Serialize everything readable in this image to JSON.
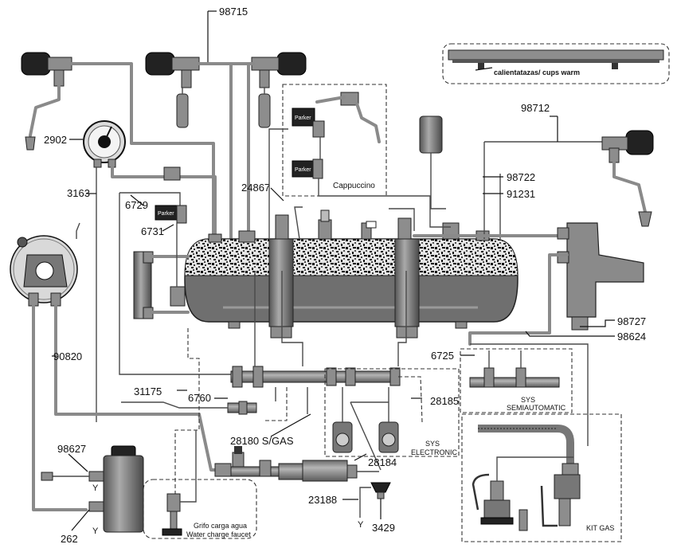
{
  "labels": {
    "l98715": "98715",
    "l2902": "2902",
    "l3163": "3163",
    "l6729": "6729",
    "l6731": "6731",
    "l24867": "24867",
    "l98712": "98712",
    "l98722": "98722",
    "l91231": "91231",
    "l98727": "98727",
    "l98624": "98624",
    "l6725": "6725",
    "l90820": "90820",
    "l31175": "31175",
    "l6760": "6760",
    "l28185": "28185",
    "l28180": "28180 S/GAS",
    "l28184": "28184",
    "l98627": "98627",
    "l23188": "23188",
    "l3429": "3429",
    "l262": "262"
  },
  "boxes": {
    "cups_warm": "calientatazas/ cups warm",
    "cappuccino": "Cappuccino",
    "sys_semi_1": "SYS",
    "sys_semi_2": "SEMIAUTOMATIC",
    "sys_elec_1": "SYS",
    "sys_elec_2": "ELECTRONIC",
    "kit_gas": "KIT GAS",
    "water_charge_1": "Grifo carga agua",
    "water_charge_2": "Water charge faucet"
  },
  "badges": {
    "parker": "Parker"
  }
}
